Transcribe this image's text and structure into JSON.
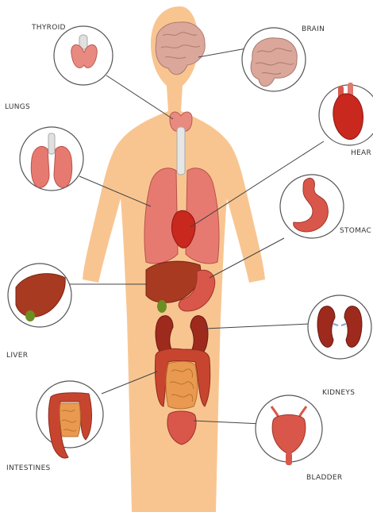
{
  "labels": {
    "thyroid": "THYROID",
    "brain": "BRAIN",
    "lungs": "LUNGS",
    "heart": "HEAR",
    "stomach": "STOMAC",
    "liver": "LIVER",
    "kidneys": "KIDNEYS",
    "intestines": "INTESTINES",
    "bladder": "BLADDER"
  },
  "colors": {
    "skin": "#f8c591",
    "organ_red": "#c8281e",
    "organ_dark": "#8e1a14",
    "lung_pink": "#e77a70",
    "liver_brown": "#a83a22",
    "intestine_orange": "#e99a50",
    "brain_pink": "#dba79b",
    "thyroid_pink": "#e88a80",
    "outline_gray": "#555555",
    "leader_line": "#444444"
  }
}
